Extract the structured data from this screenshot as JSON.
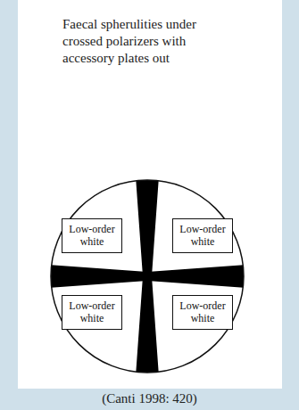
{
  "diagram": {
    "title": "Faecal spherulities under crossed polarizers with accessory plates out",
    "caption": "(Canti 1998: 420)",
    "nodes": [
      {
        "text": [
          "Low-order white"
        ]
      },
      {
        "text": [
          "Low-order white"
        ]
      },
      {
        "text": [
          "Low-order white"
        ]
      },
      {
        "text": [
          "Low-order white"
        ]
      }
    ]
  }
}
